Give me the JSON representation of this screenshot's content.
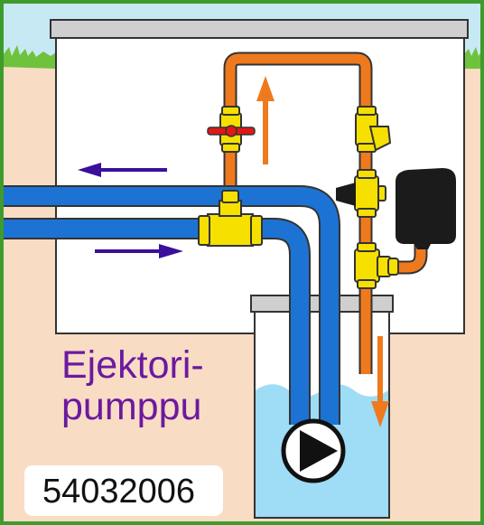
{
  "diagram": {
    "title_line1": "Ejektori-",
    "title_line2": "pumppu",
    "product_code": "54032006"
  },
  "colors": {
    "border": "#3f9b2c",
    "ground": "#f9dcc4",
    "sky": "#c6e9f3",
    "grass": "#6fc23c",
    "house": "#ffffff",
    "roof": "#cfcfcf",
    "blue_pipe": "#1d73d3",
    "orange_pipe": "#ef7a1e",
    "brass": "#f6e000",
    "flow_arrow": "#3a0f9a",
    "title": "#6a1aa0",
    "water": "#9fdcf5"
  },
  "icons": [
    "pump-symbol-icon",
    "valve-handle-icon",
    "pressure-tank-icon"
  ]
}
